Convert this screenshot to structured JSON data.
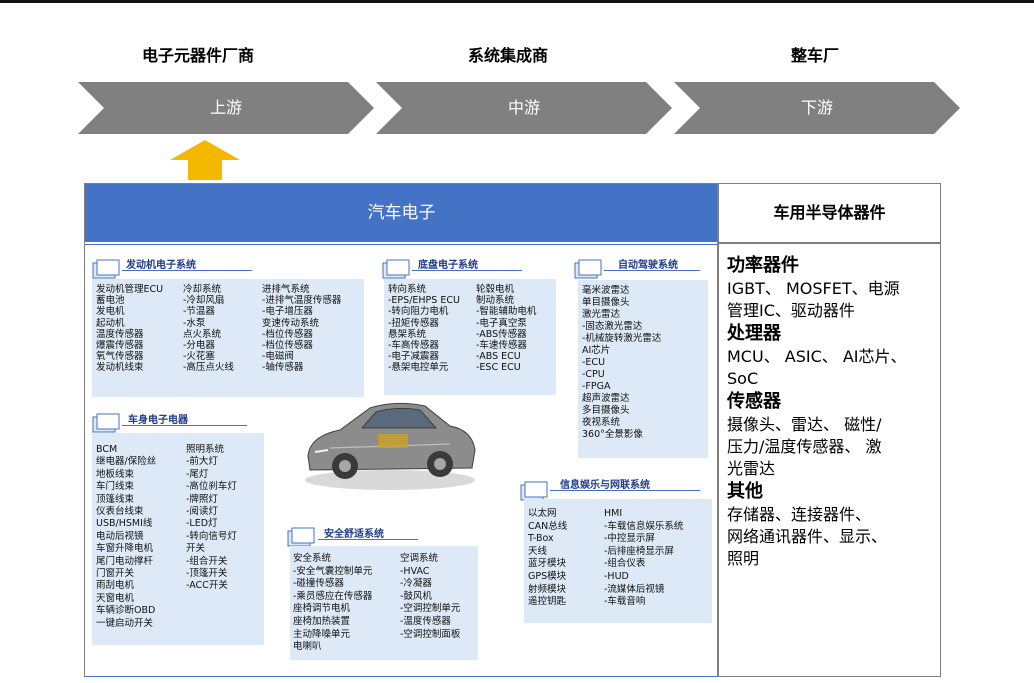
{
  "columns": [
    "电子元器件厂商",
    "系统集成商",
    "整车厂"
  ],
  "stages": [
    "上游",
    "中游",
    "下游"
  ],
  "banner": "汽车电子",
  "right_panel": {
    "header": "车用半导体器件",
    "groups": [
      {
        "title": "功率器件",
        "lines": [
          "IGBT、 MOSFET、电源",
          "管理IC、驱动器件"
        ]
      },
      {
        "title": "处理器",
        "lines": [
          "MCU、 ASIC、 AI芯片、",
          "SoC"
        ]
      },
      {
        "title": "传感器",
        "lines": [
          "摄像头、雷达、 磁性/",
          "压力/温度传感器、 激",
          "光雷达"
        ]
      },
      {
        "title": "其他",
        "lines": [
          "存储器、连接器件、",
          "网络通讯器件、显示、",
          "照明"
        ]
      }
    ]
  },
  "sections": {
    "engine": {
      "title": "发动机电子系统",
      "col1": [
        "发动机管理ECU",
        "蓄电池",
        "发电机",
        "起动机",
        "温度传感器",
        "爆震传感器",
        "氧气传感器",
        "发动机线束"
      ],
      "col2": [
        "冷却系统",
        "-冷却风扇",
        "-节温器",
        "-水泵",
        "点火系统",
        "-分电器",
        "-火花塞",
        "-高压点火线"
      ],
      "col3": [
        "进排气系统",
        "-进排气温度传感器",
        "-电子增压器",
        "变速传动系统",
        "-档位传感器",
        "-档位传感器",
        "-电磁阀",
        "-轴传感器"
      ]
    },
    "chassis": {
      "title": "底盘电子系统",
      "col1": [
        "转向系统",
        "-EPS/EHPS ECU",
        "-转向阻力电机",
        "-扭矩传感器",
        "悬架系统",
        "-车高传感器",
        "-电子减震器",
        "-悬架电控单元"
      ],
      "col2": [
        "轮毂电机",
        "制动系统",
        "-智能辅助电机",
        "-电子真空泵",
        "-ABS传感器",
        "-车速传感器",
        "-ABS ECU",
        "-ESC ECU"
      ]
    },
    "autonomous": {
      "title": "自动驾驶系统",
      "col1": [
        "毫米波雷达",
        "单目摄像头",
        "激光雷达",
        "-固态激光雷达",
        "-机械旋转激光雷达",
        "AI芯片",
        "-ECU",
        "-CPU",
        "-FPGA",
        "超声波雷达",
        "多目摄像头",
        "夜视系统",
        "360°全景影像"
      ]
    },
    "body": {
      "title": "车身电子电器",
      "col1": [
        "BCM",
        "继电器/保险丝",
        "地板线束",
        "车门线束",
        "顶篷线束",
        "仪表台线束",
        "USB/HSMI线",
        "电动后视镜",
        "车窗升降电机",
        "尾门电动撑杆",
        "门窗开关",
        "雨刮电机",
        "天窗电机",
        "车辆诊断OBD",
        "一键启动开关"
      ],
      "col2": [
        "照明系统",
        "-前大灯",
        "-尾灯",
        "-高位刹车灯",
        "-牌照灯",
        "-阅读灯",
        "-LED灯",
        "-转向信号灯",
        "开关",
        "-组合开关",
        "-顶篷开关",
        "-ACC开关"
      ]
    },
    "safety": {
      "title": "安全舒适系统",
      "col1": [
        "安全系统",
        "-安全气囊控制单元",
        "-碰撞传感器",
        "-乘员感应在传感器",
        "座椅调节电机",
        "座椅加热装置",
        "主动降噪单元",
        "电喇叭"
      ],
      "col2": [
        "空调系统",
        "-HVAC",
        "-冷凝器",
        "-鼓风机",
        "-空调控制单元",
        "-温度传感器",
        "-空调控制面板"
      ]
    },
    "infotainment": {
      "title": "信息娱乐与网联系统",
      "col1": [
        "以太网",
        "CAN总线",
        "T-Box",
        "天线",
        "蓝牙模块",
        "GPS模块",
        "射频模块",
        "遥控钥匙"
      ],
      "col2": [
        "HMI",
        "-车载信息娱乐系统",
        "-中控显示屏",
        "-后排座椅显示屏",
        "-组合仪表",
        "-HUD",
        "-流媒体后视镜",
        "-车载音响"
      ]
    }
  }
}
